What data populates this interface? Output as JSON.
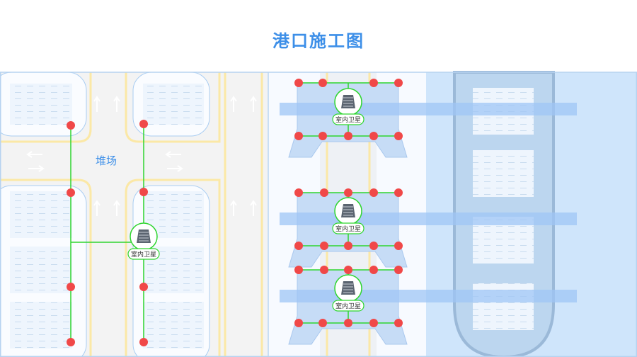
{
  "title": "港口施工图",
  "yard_label": "堆场",
  "device_label": "室内卫星",
  "colors": {
    "title": "#3d8fe8",
    "line": "#2fd52f",
    "node": "#f04848",
    "water": "#cfe5fb",
    "ship": "#bcd6ef",
    "road_line": "#fbe8a6"
  },
  "devices": [
    {
      "name": "yard-device",
      "label": "室内卫星"
    },
    {
      "name": "crane-1-device",
      "label": "室内卫星"
    },
    {
      "name": "crane-2-device",
      "label": "室内卫星"
    },
    {
      "name": "crane-3-device",
      "label": "室内卫星"
    }
  ]
}
